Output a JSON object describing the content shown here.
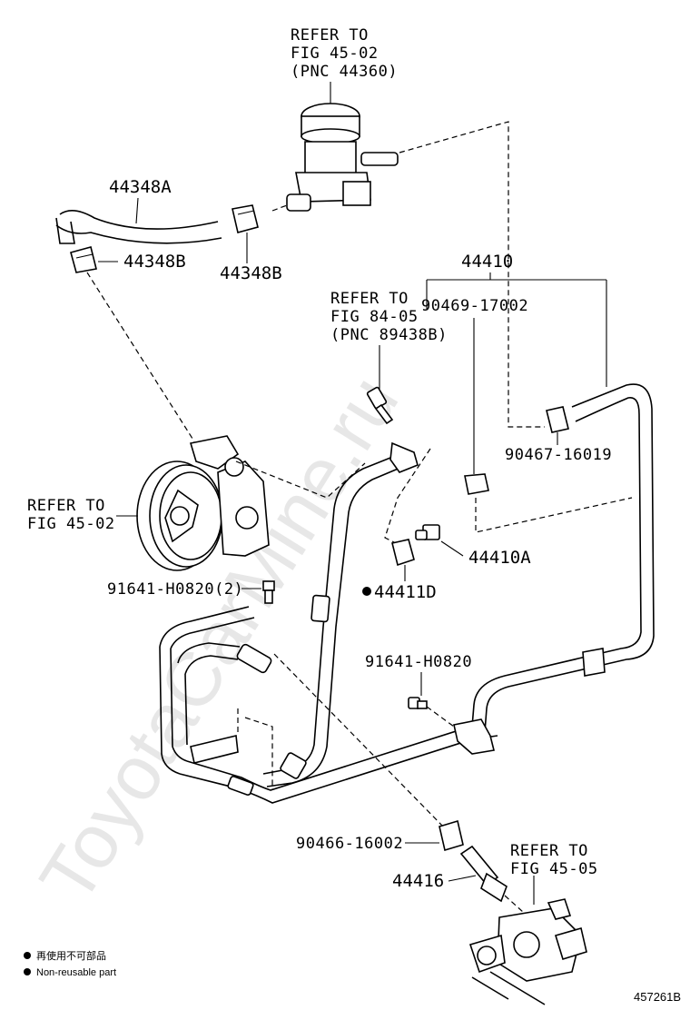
{
  "labels": {
    "refer_reservoir": [
      "REFER TO",
      "FIG 45-02",
      "(PNC 44360)"
    ],
    "hose_44348A": "44348A",
    "clamp_44348B_left": "44348B",
    "clamp_44348B_center": "44348B",
    "assembly_44410": "44410",
    "refer_sensor": [
      "REFER TO",
      "FIG 84-05",
      "(PNC 89438B)"
    ],
    "clamp_90469": "90469-17002",
    "clamp_90467": "90467-16019",
    "refer_pump": [
      "REFER TO",
      "FIG 45-02"
    ],
    "bolt_44410A": "44410A",
    "bolt_91641_2": "91641-H0820(2)",
    "part_44411D": "44411D",
    "bolt_91641": "91641-H0820",
    "clamp_90466": "90466-16002",
    "union_44416": "44416",
    "refer_gear": [
      "REFER TO",
      "FIG 45-05"
    ]
  },
  "legend": {
    "line_cn": "再使用不可部品",
    "line_en": "Non-reusable part"
  },
  "figure_id": "457261B",
  "watermark": "ToyotaCarMine.ru",
  "icons": {
    "bullet": "filled-circle-icon",
    "non_reusable_mark": "filled-circle-icon"
  }
}
